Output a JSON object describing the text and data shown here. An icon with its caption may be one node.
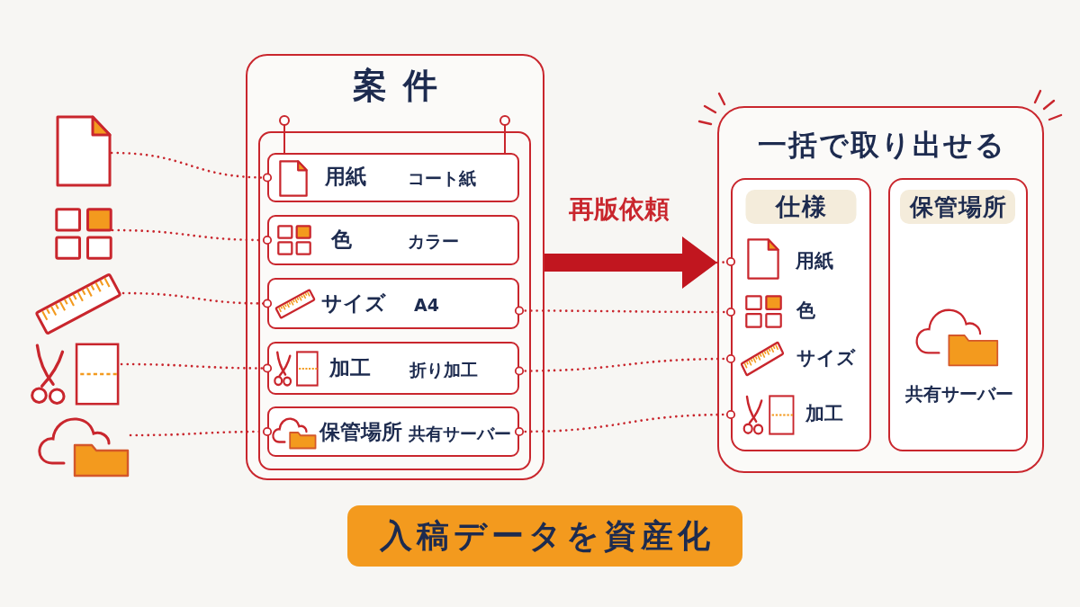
{
  "diagram": {
    "nodes": [
      {
        "text": [],
        "shape": "picture"
      },
      {
        "text": [],
        "shape": "picture"
      },
      {
        "text": [],
        "shape": "picture"
      },
      {
        "text": [],
        "shape": "picture"
      },
      {
        "text": [],
        "shape": "picture"
      },
      {
        "text": [
          "案件"
        ]
      },
      {
        "text": [],
        "shape": "box",
        "in": 5
      },
      {
        "text": [
          "用紙",
          "コート紙"
        ],
        "in": 6
      },
      {
        "text": [
          "色",
          "カラー"
        ],
        "in": 6
      },
      {
        "text": [
          "サイズ",
          "A4"
        ],
        "in": 6
      },
      {
        "text": [
          "加工",
          "折り加工"
        ],
        "in": 6
      },
      {
        "text": [
          "保管場所",
          "共有サーバー"
        ],
        "in": 6
      },
      {
        "text": [
          "一括で取り出せる"
        ]
      },
      {
        "text": [
          "仕様"
        ],
        "in": 12
      },
      {
        "text": [
          "用紙"
        ],
        "in": 13
      },
      {
        "text": [
          "色"
        ],
        "in": 13
      },
      {
        "text": [
          "サイズ"
        ],
        "in": 13
      },
      {
        "text": [
          "加工"
        ],
        "in": 13
      },
      {
        "text": [
          "保管場所",
          "共有サーバー"
        ],
        "in": 12
      },
      {
        "text": [
          "入稿データを資産化"
        ]
      }
    ],
    "edges": [
      {
        "from": 0,
        "to": 7,
        "arrow": "other"
      },
      {
        "from": 1,
        "to": 8,
        "arrow": "other"
      },
      {
        "from": 2,
        "to": 9,
        "arrow": "other"
      },
      {
        "from": 3,
        "to": 10,
        "arrow": "other"
      },
      {
        "from": 4,
        "to": 11,
        "arrow": "other"
      },
      {
        "from": 5,
        "to": 12,
        "arrow": "to",
        "label": "再版依頼",
        "style": "thick"
      },
      {
        "from": null,
        "to": 14,
        "arrow": "other"
      },
      {
        "from": 9,
        "to": 15,
        "arrow": "other"
      },
      {
        "from": 10,
        "to": 16,
        "arrow": "other"
      },
      {
        "from": 11,
        "to": 17,
        "arrow": "other"
      }
    ]
  }
}
